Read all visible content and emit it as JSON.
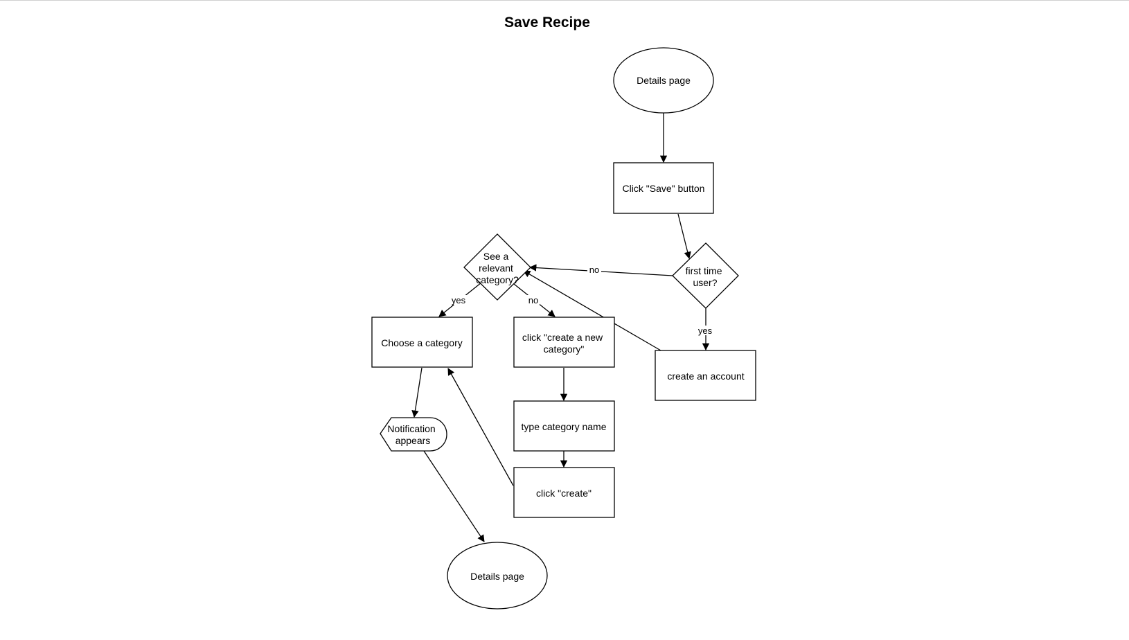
{
  "diagram": {
    "title": "Save Recipe",
    "nodes": {
      "details_top": {
        "lines": [
          "Details page"
        ]
      },
      "click_save": {
        "lines": [
          "Click \"Save\" button"
        ]
      },
      "first_time": {
        "lines": [
          "first time",
          "user?"
        ]
      },
      "see_category": {
        "lines": [
          "See a",
          "relevant",
          "category?"
        ]
      },
      "choose_category": {
        "lines": [
          "Choose a category"
        ]
      },
      "click_create_new": {
        "lines": [
          "click \"create a new",
          "category\""
        ]
      },
      "create_account": {
        "lines": [
          "create an account"
        ]
      },
      "type_name": {
        "lines": [
          "type category name"
        ]
      },
      "notification": {
        "lines": [
          "Notification",
          "appears"
        ]
      },
      "click_create": {
        "lines": [
          "click \"create\""
        ]
      },
      "details_bottom": {
        "lines": [
          "Details page"
        ]
      }
    },
    "edges": {
      "first_no": "no",
      "first_yes": "yes",
      "category_yes": "yes",
      "category_no": "no"
    }
  }
}
